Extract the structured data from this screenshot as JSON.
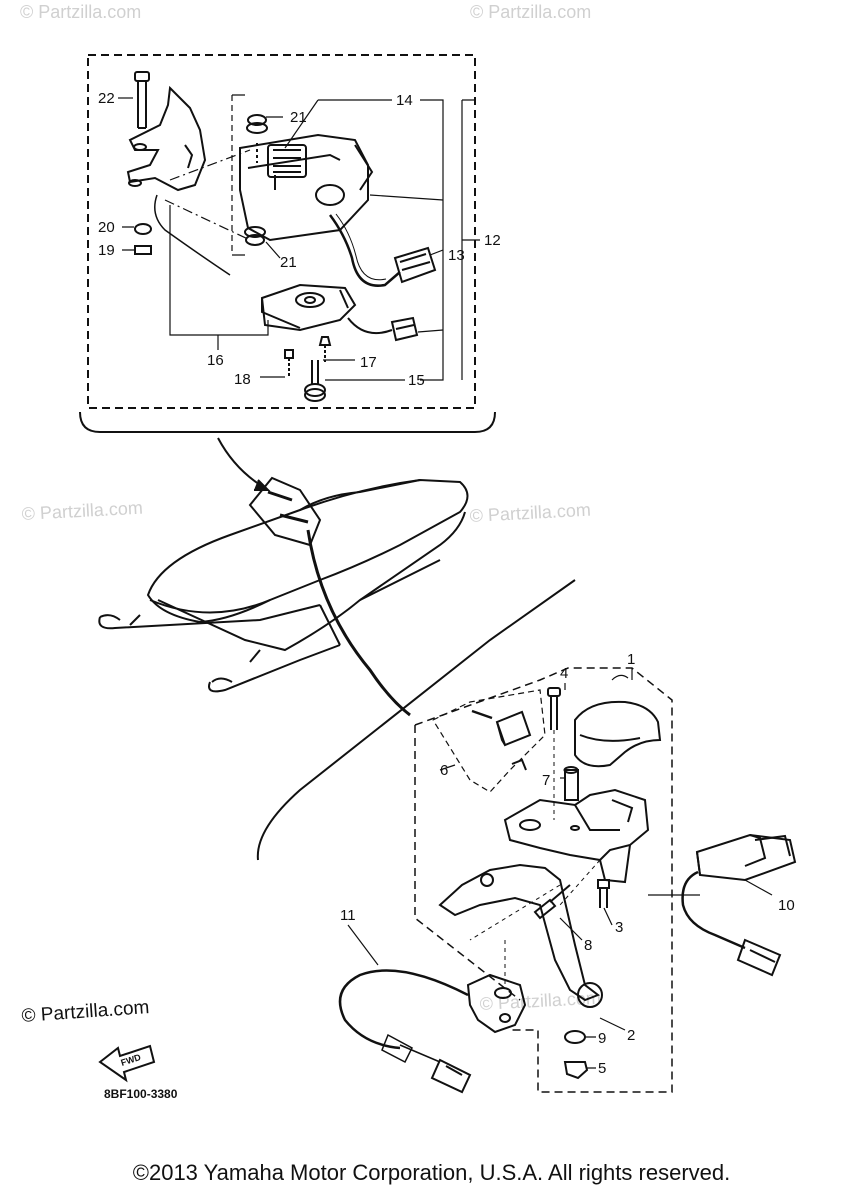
{
  "watermarks": {
    "top_left": "© Partzilla.com",
    "top_center": "© Partzilla.com",
    "mid_left": "© Partzilla.com",
    "mid_center": "© Partzilla.com",
    "bottom_center": "© Partzilla.com"
  },
  "callouts": {
    "c1": "1",
    "c2": "2",
    "c3": "3",
    "c4": "4",
    "c5": "5",
    "c6": "6",
    "c7": "7",
    "c8": "8",
    "c9": "9",
    "c10": "10",
    "c11": "11",
    "c12": "12",
    "c13": "13",
    "c14": "14",
    "c15": "15",
    "c16": "16",
    "c17": "17",
    "c18": "18",
    "c19": "19",
    "c20": "20",
    "c21a": "21",
    "c21b": "21",
    "c22": "22"
  },
  "logo": {
    "text": "© Partzilla.com",
    "arrow_label": "FWD"
  },
  "diagram_code": "8BF100-3380",
  "copyright": "©2013 Yamaha Motor Corporation, U.S.A. All rights reserved."
}
